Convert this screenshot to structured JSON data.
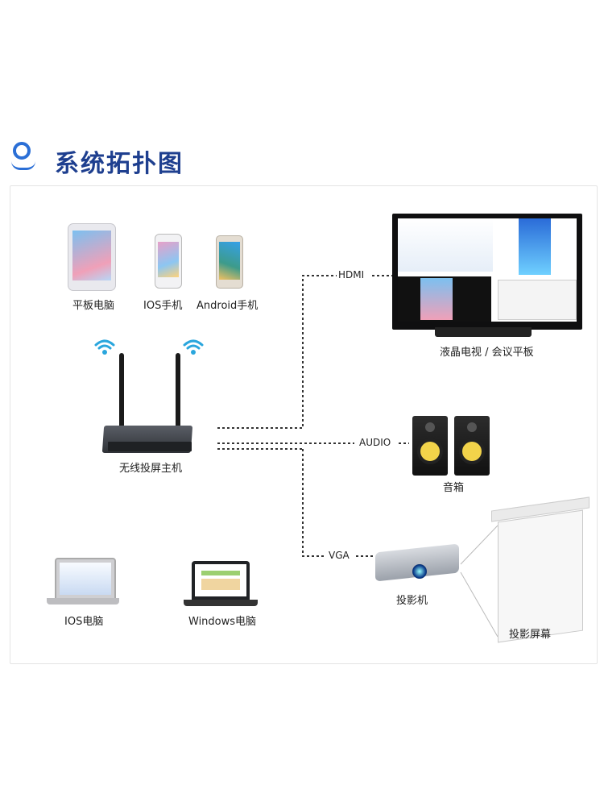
{
  "title": "系统拓扑图",
  "devices": {
    "tablet": "平板电脑",
    "ios_phone": "IOS手机",
    "android_phone": "Android手机",
    "host": "无线投屏主机",
    "tv": "液晶电视 / 会议平板",
    "speaker": "音箱",
    "projector": "投影机",
    "projection_screen": "投影屏幕",
    "ios_pc": "IOS电脑",
    "windows_pc": "Windows电脑"
  },
  "connections": {
    "hdmi": "HDMI",
    "audio": "AUDIO",
    "vga": "VGA"
  },
  "colors": {
    "title": "#1e3f8f",
    "accent": "#2b6fd6",
    "wifi": "#2aa6dd"
  },
  "icons": [
    "wifi-icon",
    "tablet-icon",
    "phone-icon",
    "router-icon",
    "tv-icon",
    "speaker-icon",
    "projector-icon",
    "screen-icon",
    "laptop-icon"
  ]
}
